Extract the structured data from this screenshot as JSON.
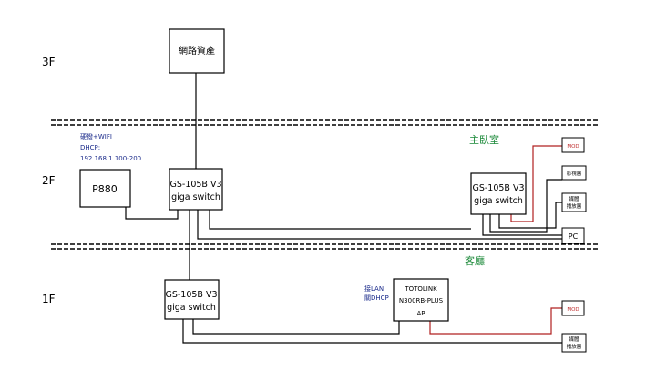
{
  "floors": {
    "f3": "3F",
    "f2": "2F",
    "f1": "1F"
  },
  "rooms": {
    "master_bedroom": "主臥室",
    "living_room": "客廳"
  },
  "nodes": {
    "nas": "網路資產",
    "router": "P880",
    "router_note": [
      "硬撥+WIFI",
      "DHCP:",
      "192.168.1.100-200"
    ],
    "switch_2f_main": [
      "GS-105B V3",
      "giga switch"
    ],
    "switch_2f_bedroom": [
      "GS-105B V3",
      "giga switch"
    ],
    "switch_1f": [
      "GS-105B V3",
      "giga switch"
    ],
    "ap": [
      "TOTOLINK",
      "N300RB-PLUS",
      "AP"
    ],
    "ap_note": [
      "接LAN",
      "關DHCP"
    ],
    "mod_2f": "MOD",
    "recorder_2f": "影視器",
    "sub_2f": [
      "媒體",
      "播放器"
    ],
    "pc": "PC",
    "mod_1f": "MOD",
    "sub_1f": [
      "媒體",
      "播放器"
    ]
  },
  "colors": {
    "line": "#000000",
    "red_link": "#b02020",
    "mod_text": "#c03030",
    "room_text": "#1c8a3a",
    "note_text": "#1a2a8a"
  }
}
